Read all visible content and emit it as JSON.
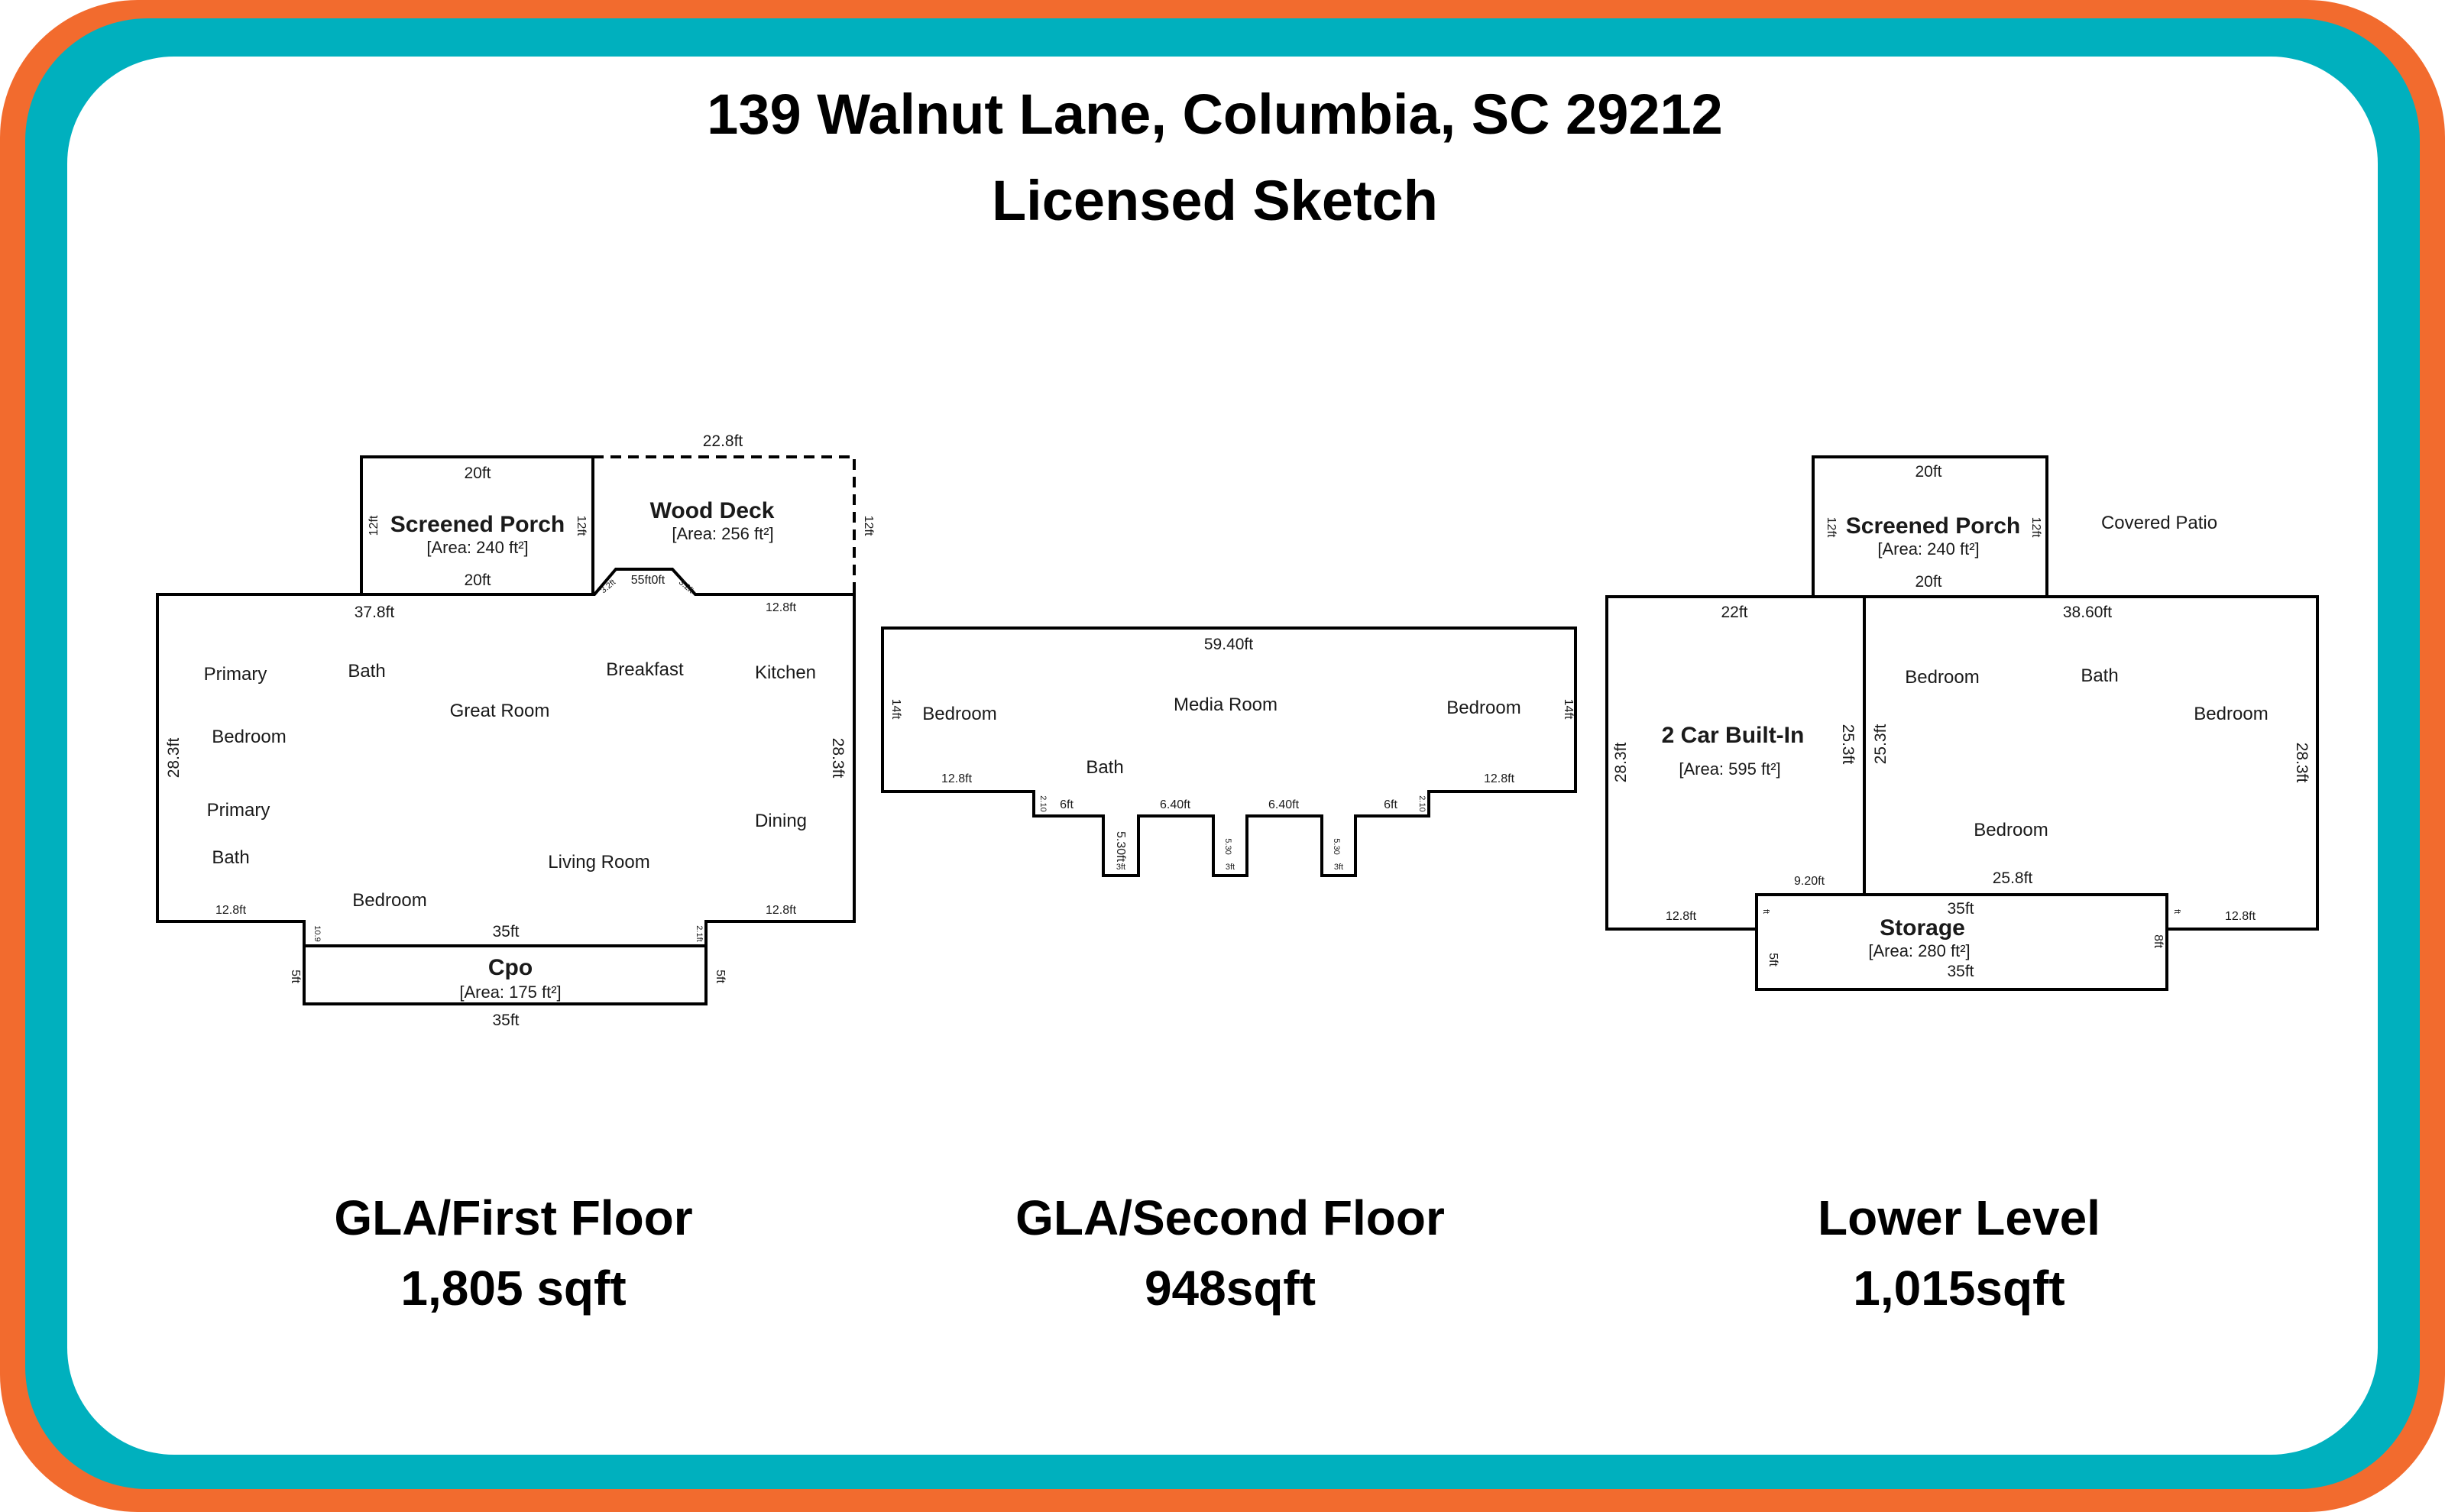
{
  "header": {
    "address": "139 Walnut Lane, Columbia, SC 29212",
    "subtitle": "Licensed Sketch"
  },
  "colors": {
    "outer_frame": "#F26B2E",
    "inner_frame": "#00B0BE",
    "background": "#FFFFFF",
    "lines": "#000000"
  },
  "first_floor": {
    "caption": "GLA/First Floor",
    "area": "1,805 sqft",
    "rooms": {
      "screened_porch": "Screened Porch",
      "wood_deck": "Wood Deck",
      "primary_top": "Primary",
      "bedroom_top": "Bedroom",
      "bath": "Bath",
      "great_room": "Great Room",
      "breakfast": "Breakfast",
      "kitchen": "Kitchen",
      "primary_mid": "Primary",
      "bath_mid": "Bath",
      "dining": "Dining",
      "living_room": "Living Room",
      "bedroom_bottom": "Bedroom",
      "cpo": "Cpo"
    },
    "areas": {
      "screened_porch": "[Area: 240 ft²]",
      "wood_deck": "[Area: 256 ft²]",
      "cpo": "[Area: 175 ft²]"
    },
    "dims": {
      "porch_top": "20ft",
      "porch_bottom": "20ft",
      "porch_left": "12ft",
      "porch_right": "12ft",
      "deck_top": "22.8ft",
      "deck_right": "12ft",
      "main_top": "37.8ft",
      "bump_a": "3.2ft",
      "bump_mid": "55ft0ft",
      "bump_b": "3.2ft",
      "right_top": "12.8ft",
      "left_side": "28.3ft",
      "right_side": "28.3ft",
      "bottom_left": "12.8ft",
      "bottom_right": "12.8ft",
      "bottom_mid": "35ft",
      "notch_left": "10.9",
      "notch_right": "2.1ft",
      "cpo_left": "5ft",
      "cpo_right": "5ft",
      "cpo_bottom": "35ft"
    }
  },
  "second_floor": {
    "caption": "GLA/Second Floor",
    "area": "948sqft",
    "rooms": {
      "bedroom_left": "Bedroom",
      "media_room": "Media Room",
      "bedroom_right": "Bedroom",
      "bath": "Bath"
    },
    "dims": {
      "top": "59.40ft",
      "left_side": "14ft",
      "right_side": "14ft",
      "ledge_left": "12.8ft",
      "ledge_right": "12.8ft",
      "step_left": "6ft",
      "step_right": "6ft",
      "gap_a": "6.40ft",
      "gap_b": "6.40ft",
      "drop_left": "2.10",
      "drop_right": "2.10",
      "bay_a_depth": "5.30ft",
      "bay_b_depth": "5.30",
      "bay_c_depth": "5.30",
      "bay_width_a": "3ft",
      "bay_width_b": "3ft",
      "bay_width_c": "3ft"
    }
  },
  "lower_level": {
    "caption": "Lower Level",
    "area": "1,015sqft",
    "rooms": {
      "screened_porch": "Screened Porch",
      "covered_patio": "Covered Patio",
      "garage": "2 Car Built-In",
      "bedroom_a": "Bedroom",
      "bath": "Bath",
      "bedroom_b": "Bedroom",
      "bedroom_c": "Bedroom",
      "storage": "Storage"
    },
    "areas": {
      "screened_porch": "[Area: 240 ft²]",
      "garage": "[Area: 595 ft²]",
      "storage": "[Area: 280 ft²]"
    },
    "dims": {
      "porch_top": "20ft",
      "porch_bottom": "20ft",
      "porch_left": "12ft",
      "porch_right": "12ft",
      "garage_top": "22ft",
      "right_top": "38.60ft",
      "left_side": "28.3ft",
      "right_side": "28.3ft",
      "divider_a": "25.3ft",
      "divider_b": "25.3ft",
      "step": "9.20ft",
      "storage_top_inner": "25.8ft",
      "bottom_left": "12.8ft",
      "bottom_right": "12.8ft",
      "storage_top": "35ft",
      "storage_bottom": "35ft",
      "storage_left": "5ft",
      "storage_right": "8ft",
      "tiny_left": "ft",
      "tiny_right": "ft"
    }
  }
}
